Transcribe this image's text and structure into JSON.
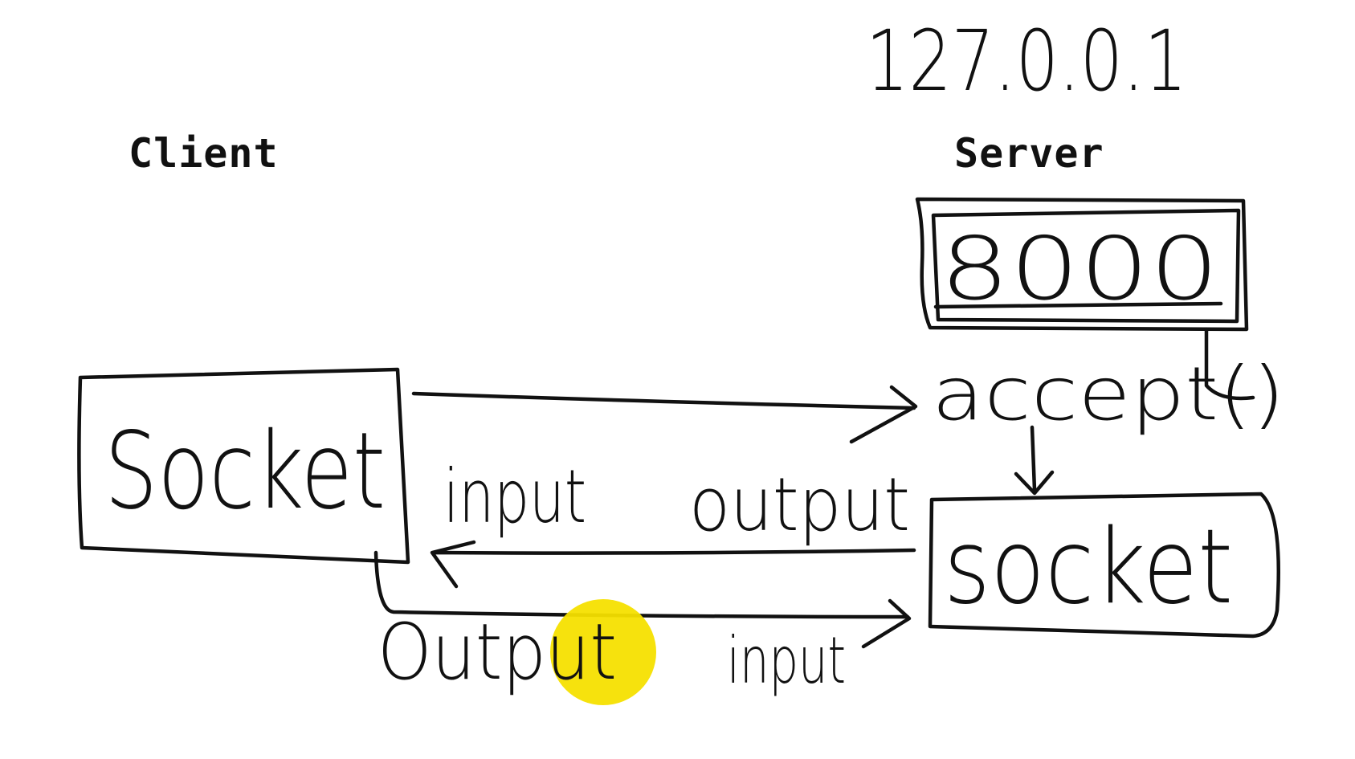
{
  "labels": {
    "client": "Client",
    "server": "Server"
  },
  "annotations": {
    "ip_address": "127.0.0.1",
    "port": "8000",
    "accept": "accept()",
    "client_socket": "Socket",
    "server_socket": "socket",
    "client_input": "input",
    "server_output": "output",
    "client_output": "Output",
    "server_input": "input"
  },
  "colors": {
    "ink": "#111111",
    "cursor_highlight": "#f5e000"
  }
}
